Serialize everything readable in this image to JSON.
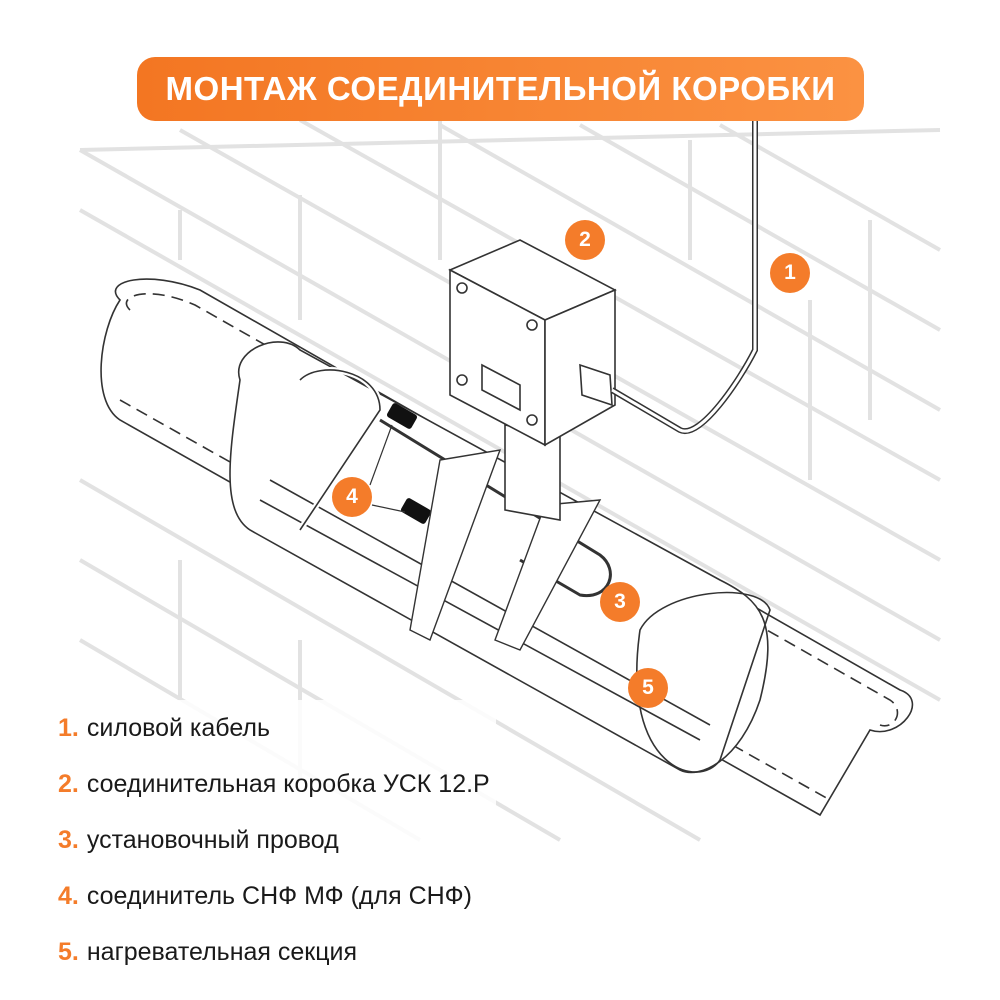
{
  "title": "МОНТАЖ СОЕДИНИТЕЛЬНОЙ КОРОБКИ",
  "colors": {
    "accent": "#f47c2a",
    "wall": "#e2e2e2",
    "line": "#333333"
  },
  "markers": [
    "1",
    "2",
    "3",
    "4",
    "5"
  ],
  "legend": [
    {
      "num": "1.",
      "text": "силовой кабель"
    },
    {
      "num": "2.",
      "text": "соединительная коробка УСК 12.Р"
    },
    {
      "num": "3.",
      "text": "установочный провод"
    },
    {
      "num": "4.",
      "text": "соединитель СНФ МФ (для СНФ)"
    },
    {
      "num": "5.",
      "text": "нагревательная секция"
    }
  ]
}
